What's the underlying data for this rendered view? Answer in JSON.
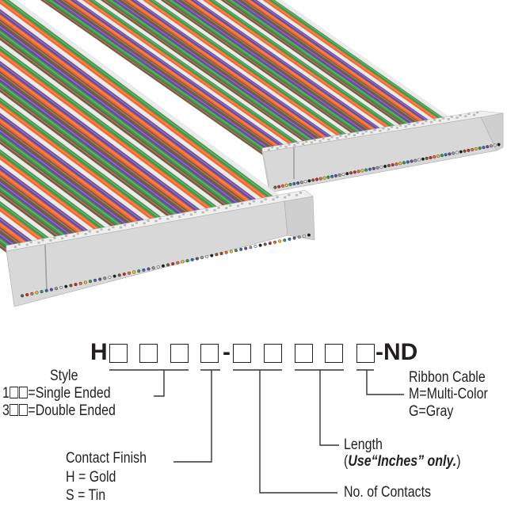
{
  "part_number": {
    "prefix": "H",
    "separator": "-",
    "suffix": "-ND",
    "group1_box_count": 4,
    "group2_box_count": 5
  },
  "style": {
    "title": "Style",
    "options": [
      {
        "code": "1",
        "label": "=Single Ended"
      },
      {
        "code": "3",
        "label": "=Double Ended"
      }
    ]
  },
  "contact_finish": {
    "title": "Contact Finish",
    "options": [
      "H = Gold",
      "S = Tin"
    ]
  },
  "contacts": {
    "title": "No. of Contacts"
  },
  "length": {
    "title": "Length",
    "note_open": "(",
    "note": "Use“Inches” only.",
    "note_close": ")"
  },
  "ribbon": {
    "title": "Ribbon Cable",
    "options": [
      "M=Multi-Color",
      "G=Gray"
    ]
  },
  "colors": {
    "wire_sequence": [
      "#7a5a3c",
      "#d8262b",
      "#f2672c",
      "#f5c518",
      "#3c9a48",
      "#2f6fb8",
      "#6a4aa0",
      "#9a9a9a",
      "#e8e8e8",
      "#1e1e1e"
    ],
    "connector": "#d6d6d6",
    "connector_top": "#ececec",
    "leader_line": "#333333"
  }
}
